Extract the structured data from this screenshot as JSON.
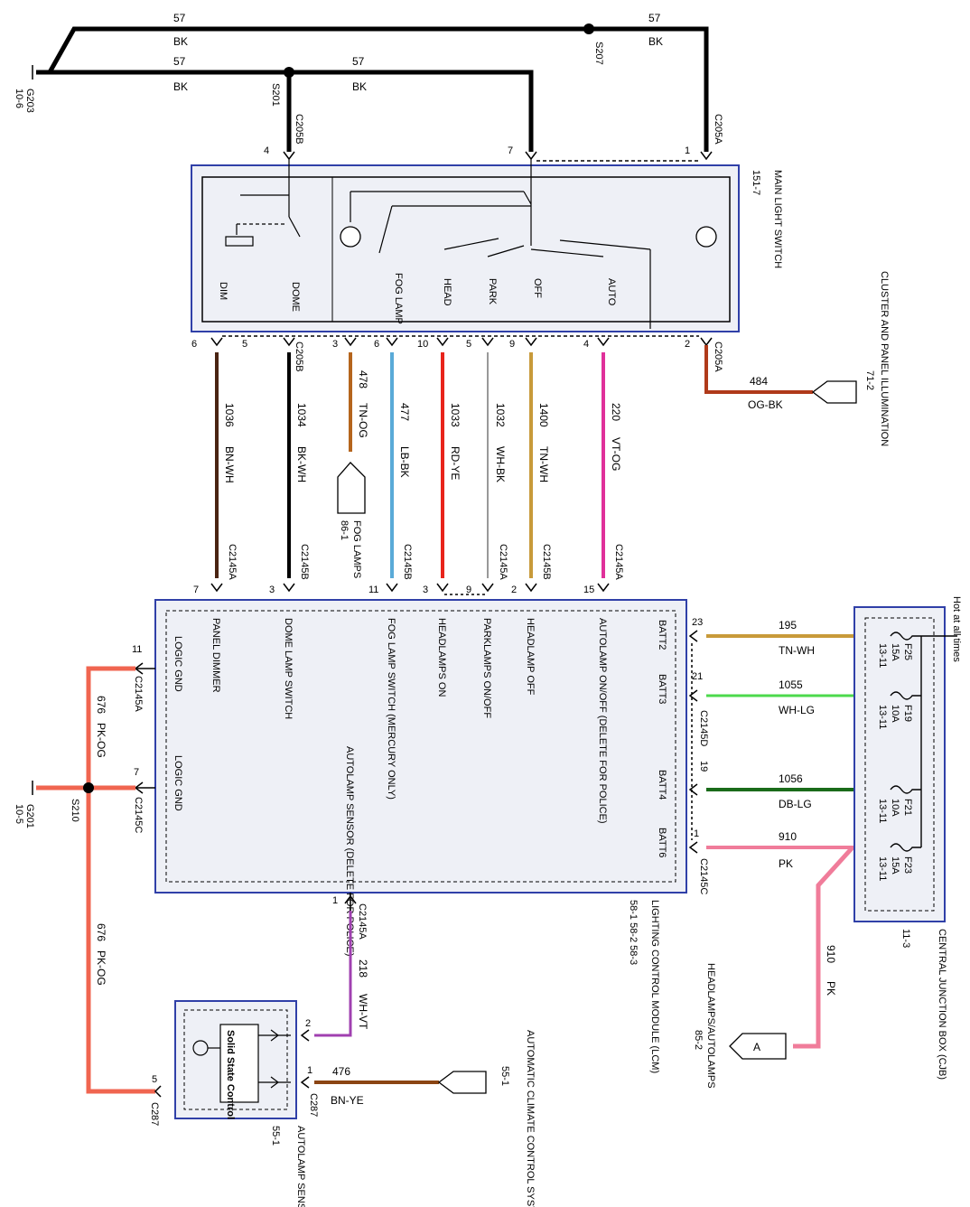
{
  "ground_wires": {
    "upper": {
      "circuit": "57",
      "color": "BK"
    },
    "lower": {
      "circuit": "57",
      "color": "BK"
    },
    "right_top": {
      "circuit": "57",
      "color": "BK"
    },
    "right_mid": {
      "circuit": "57",
      "color": "BK"
    }
  },
  "grounds": {
    "g203": {
      "id": "G203",
      "page": "10-6"
    },
    "g201": {
      "id": "G201",
      "page": "10-5"
    }
  },
  "splices": {
    "s201": "S201",
    "s207": "S207",
    "s210": "S210"
  },
  "main_light_switch": {
    "title": "MAIN LIGHT SWITCH",
    "page": "151-7",
    "positions": [
      "DIM",
      "DOME",
      "FOG LAMP",
      "HEAD",
      "PARK",
      "OFF",
      "AUTO"
    ],
    "top_pins": [
      {
        "pin": "4",
        "connector": "C205B"
      },
      {
        "pin": "7",
        "connector": ""
      },
      {
        "pin": "1",
        "connector": "C205A"
      }
    ],
    "bottom_pins": [
      {
        "pin": "6",
        "connector": ""
      },
      {
        "pin": "5",
        "connector": "C205B"
      },
      {
        "pin": "3",
        "connector": ""
      },
      {
        "pin": "6",
        "connector": ""
      },
      {
        "pin": "10",
        "connector": ""
      },
      {
        "pin": "5",
        "connector": ""
      },
      {
        "pin": "9",
        "connector": ""
      },
      {
        "pin": "4",
        "connector": ""
      },
      {
        "pin": "2",
        "connector": "C205A"
      }
    ]
  },
  "cluster_illumination": {
    "title": "CLUSTER AND PANEL ILLUMINATION",
    "page": "71-2",
    "circuit": "484",
    "color": "OG-BK"
  },
  "fog_lamps": {
    "title": "FOG LAMPS",
    "page": "86-1"
  },
  "vertical_wires": [
    {
      "circuit": "1036",
      "color": "BN-WH",
      "connector": "C2145A",
      "pin": "7",
      "hex": "#4a2412"
    },
    {
      "circuit": "1034",
      "color": "BK-WH",
      "connector": "C2145B",
      "pin": "3",
      "hex": "#000000"
    },
    {
      "circuit": "478",
      "color": "TN-OG",
      "connector": "",
      "pin": "",
      "hex": "#b5651d"
    },
    {
      "circuit": "477",
      "color": "LB-BK",
      "connector": "C2145B",
      "pin": "11",
      "hex": "#5aaad8"
    },
    {
      "circuit": "1033",
      "color": "RD-YE",
      "connector": "",
      "pin": "3",
      "hex": "#e8241b"
    },
    {
      "circuit": "1032",
      "color": "WH-BK",
      "connector": "C2145A",
      "pin": "9",
      "hex": "#666666"
    },
    {
      "circuit": "1400",
      "color": "TN-WH",
      "connector": "C2145B",
      "pin": "2",
      "hex": "#c89a3a"
    },
    {
      "circuit": "220",
      "color": "VT-OG",
      "connector": "C2145A",
      "pin": "15",
      "hex": "#e0309a"
    }
  ],
  "lcm": {
    "title": "LIGHTING CONTROL MODULE (LCM)",
    "pages": "58-1  58-2  58-3",
    "functions": [
      "PANEL DIMMER",
      "DOME LAMP SWITCH",
      "FOG LAMP SWITCH (MERCURY ONLY)",
      "HEADLAMPS ON",
      "PARKLAMPS ON/OFF",
      "HEADLAMP OFF",
      "AUTOLAMP ON/OFF (DELETE FOR POLICE)"
    ],
    "logic_gnd": "LOGIC GND",
    "autolamp_sensor": "AUTOLAMP SENSOR (DELETE FOR POLICE)",
    "batt": [
      "BATT2",
      "BATT3",
      "BATT4",
      "BATT6"
    ],
    "logic_pins": [
      {
        "pin": "11",
        "connector": "C2145A"
      },
      {
        "pin": "7",
        "connector": "C2145C"
      }
    ],
    "sensor_pin": {
      "pin": "1",
      "connector": "C2145A"
    },
    "batt_pins": [
      {
        "pin": "23",
        "connector": ""
      },
      {
        "pin": "21",
        "connector": "C2145D"
      },
      {
        "pin": "19",
        "connector": ""
      },
      {
        "pin": "1",
        "connector": "C2145C"
      }
    ]
  },
  "cjb": {
    "title": "CENTRAL JUNCTION BOX (CJB)",
    "page": "11-3",
    "hot": "Hot at all times",
    "fuses": [
      {
        "id": "F25",
        "amps": "15A",
        "page": "13-11"
      },
      {
        "id": "F19",
        "amps": "10A",
        "page": "13-11"
      },
      {
        "id": "F21",
        "amps": "10A",
        "page": "13-11"
      },
      {
        "id": "F23",
        "amps": "15A",
        "page": "13-11"
      }
    ]
  },
  "batt_wires": [
    {
      "circuit": "195",
      "color": "TN-WH",
      "hex": "#c89a3a"
    },
    {
      "circuit": "1055",
      "color": "WH-LG",
      "hex": "#4cd94c"
    },
    {
      "circuit": "1056",
      "color": "DB-LG",
      "hex": "#1a6b1a"
    },
    {
      "circuit": "910",
      "color": "PK",
      "hex": "#f07c9a"
    }
  ],
  "headlamps": {
    "title": "HEADLAMPS/AUTOLAMPS",
    "page": "85-2",
    "connector": "A",
    "circuit": "910",
    "color": "PK"
  },
  "logic_gnd_wire": {
    "circuit": "676",
    "color": "PK-OG",
    "hex": "#f06550"
  },
  "sensor_wire": {
    "circuit": "218",
    "color": "WH-VT",
    "hex": "#a040b0"
  },
  "autolamp_sensor": {
    "title": "AUTOLAMP SENSOR",
    "page": "55-1",
    "inner": "Solid State Control",
    "pins": [
      {
        "pin": "2",
        "connector": ""
      },
      {
        "pin": "1",
        "connector": "C287"
      },
      {
        "pin": "5",
        "connector": "C287"
      }
    ]
  },
  "climate": {
    "title": "AUTOMATIC CLIMATE CONTROL SYSTEM",
    "page": "55-1",
    "circuit": "476",
    "color": "BN-YE",
    "hex": "#8b4513"
  }
}
